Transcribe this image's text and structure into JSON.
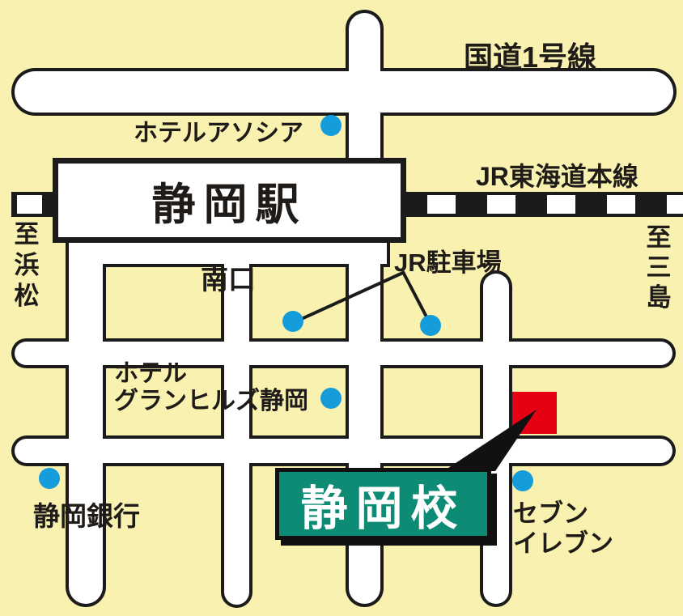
{
  "colors": {
    "background": "#f9f1af",
    "road_fill": "#ffffff",
    "outline": "#1b1b1b",
    "marker_dot": "#149dda",
    "destination_red": "#e60013",
    "school_sign_green": "#0d8b74",
    "school_sign_text": "#ffffff"
  },
  "labels": {
    "route1": "国道1号線",
    "hotel_associa": "ホテルアソシア",
    "station": "静岡駅",
    "jr_line": "JR東海道本線",
    "to_hamamatsu": "至浜松",
    "to_mishima": "至三島",
    "south_exit": "南口",
    "jr_parking": "JR駐車場",
    "hotel_granhills_line1": "ホテル",
    "hotel_granhills_line2": "グランヒルズ静岡",
    "bank": "静岡銀行",
    "school": "静岡校",
    "seven_eleven_line1": "セブン",
    "seven_eleven_line2": "イレブン"
  }
}
